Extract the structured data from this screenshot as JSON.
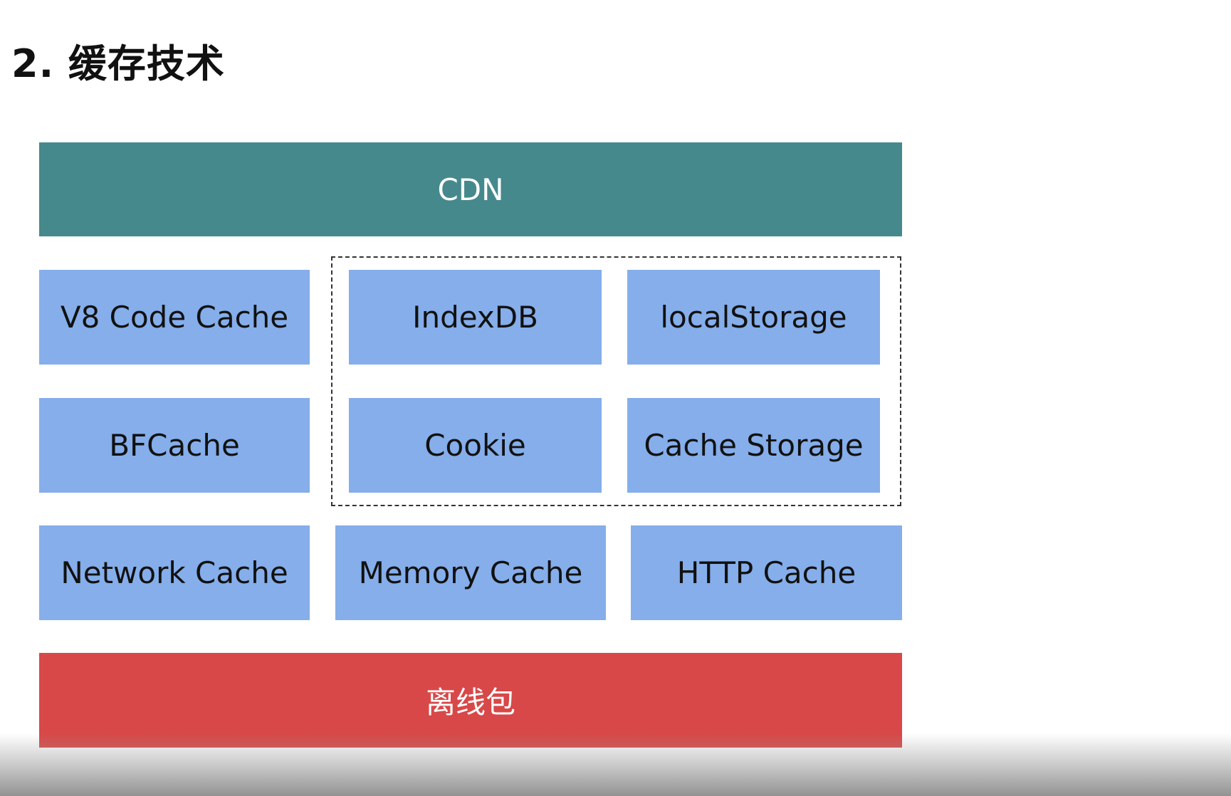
{
  "title": "2. 缓存技术",
  "diagram": {
    "top": {
      "label": "CDN",
      "color": "#46898d"
    },
    "boxes": [
      {
        "label": "V8 Code Cache"
      },
      {
        "label": "IndexDB"
      },
      {
        "label": "localStorage"
      },
      {
        "label": "BFCache"
      },
      {
        "label": "Cookie"
      },
      {
        "label": "Cache Storage"
      },
      {
        "label": "Network Cache"
      },
      {
        "label": "Memory Cache"
      },
      {
        "label": "HTTP Cache"
      }
    ],
    "box_color": "#85aeea",
    "bottom": {
      "label": "离线包",
      "color": "#d84848"
    }
  }
}
